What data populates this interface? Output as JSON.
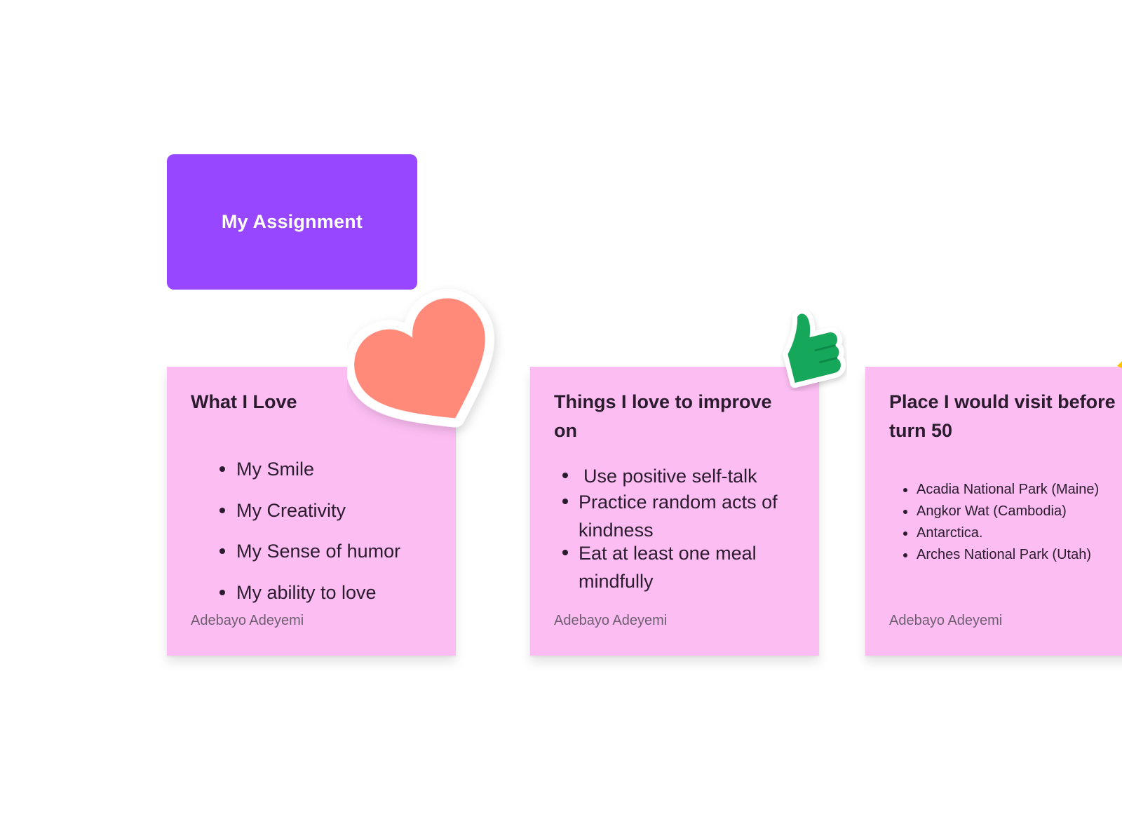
{
  "header": {
    "title": "My Assignment"
  },
  "stickies": [
    {
      "title": "What I Love",
      "items": [
        "My Smile",
        "My Creativity",
        "My Sense of humor",
        "My ability to love"
      ],
      "author": "Adebayo Adeyemi"
    },
    {
      "title": "Things I love to improve on",
      "items": [
        "Use positive self-talk",
        "Practice random acts of kindness",
        "Eat at least one meal mindfully"
      ],
      "author": "Adebayo Adeyemi"
    },
    {
      "title": "Place I would visit before turn 50",
      "items": [
        "Acadia National Park (Maine)",
        "Angkor Wat (Cambodia)",
        "Antarctica.",
        "Arches National Park (Utah)"
      ],
      "author": "Adebayo Adeyemi"
    }
  ],
  "stickers": {
    "heart": "heart-sticker",
    "thumbs_up": "thumbs-up-sticker",
    "partial": "sticker-partial"
  },
  "colors": {
    "header_bg": "#9747ff",
    "sticky_bg": "#fcbdf2",
    "heart": "#ff8a7a",
    "thumb": "#14a85a",
    "partial": "#ffc400"
  }
}
